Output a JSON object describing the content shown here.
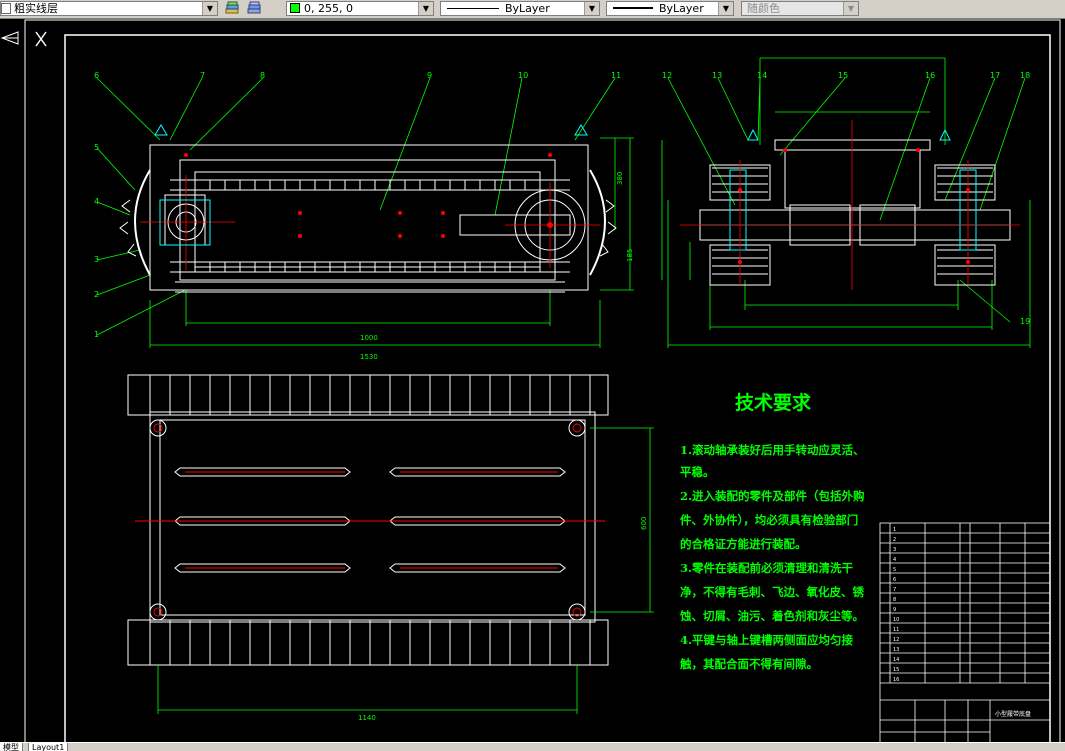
{
  "toolbar": {
    "layer_name": "粗实线层",
    "color_value": "0, 255, 0",
    "linetype": "ByLayer",
    "lineweight": "ByLayer",
    "plotstyle": "随颜色"
  },
  "drawing": {
    "tech_title": "技术要求",
    "tech_lines": [
      "1.滚动轴承装好后用手转动应灵活、",
      "平稳。",
      "2.进入装配的零件及部件（包括外购",
      "件、外协件），均必须具有检验部门",
      "的合格证方能进行装配。",
      "3.零件在装配前必须清理和清洗干",
      "净，不得有毛刺、飞边、氧化皮、锈",
      "蚀、切屑、油污、着色剂和灰尘等。",
      "4.平键与轴上键槽两侧面应均匀接",
      "触，其配合面不得有间隙。"
    ],
    "balloons_top": [
      "6",
      "7",
      "8",
      "9",
      "10",
      "11",
      "12",
      "13",
      "14",
      "15",
      "16",
      "17",
      "18"
    ],
    "balloons_left": [
      "5",
      "4",
      "3",
      "2",
      "1"
    ],
    "balloon_right": "19",
    "title_block_name": "小型履带底盘"
  },
  "status": {
    "tab_model": "模型",
    "tab_layout": "Layout1"
  },
  "colors": {
    "background": "#000000",
    "line": "#ffffff",
    "dim": "#00ff00",
    "center": "#ff0000",
    "panel": "#d4d0c8",
    "accent": "#00ffff"
  }
}
